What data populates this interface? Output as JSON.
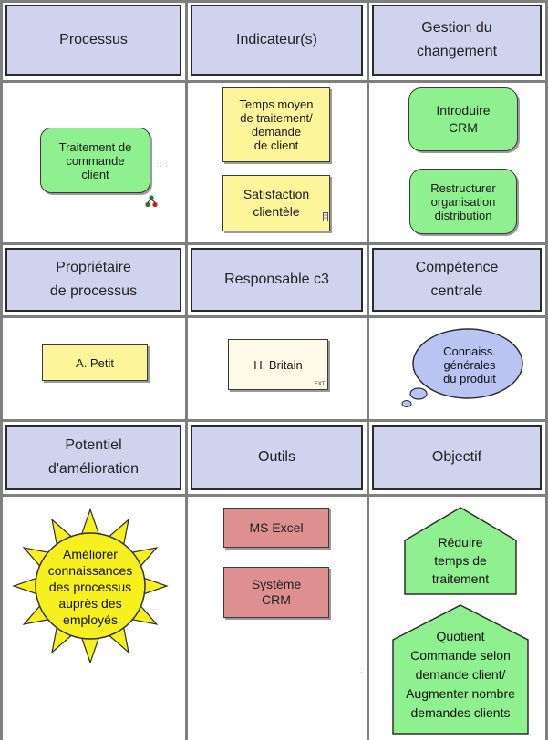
{
  "headers": {
    "processus": "Processus",
    "indicateurs": "Indicateur(s)",
    "gestion": "Gestion du\nchangement",
    "proprietaire": "Propriétaire\nde processus",
    "responsable": "Responsable c3",
    "competence": "Compétence\ncentrale",
    "potentiel": "Potentiel\nd'amélioration",
    "outils": "Outils",
    "objectif": "Objectif"
  },
  "nodes": {
    "traitement": "Traitement de\ncommande\nclient",
    "temps_moyen": "Temps moyen\nde traitement/\ndemande\nde client",
    "satisfaction": "Satisfaction\nclientèle",
    "introduire_crm": "Introduire\nCRM",
    "restructurer": "Restructurer\norganisation\ndistribution",
    "petit": "A. Petit",
    "britain": "H. Britain",
    "britain_tag": "EXT",
    "connaiss": "Connaiss.\ngénérales\ndu produit",
    "ameliorer": "Améliorer\nconnaissances\ndes processus\nauprès des\nemployés",
    "excel": "MS Excel",
    "systeme_crm": "Système\nCRM",
    "reduire": "Réduire\ntemps de\ntraitement",
    "quotient": "Quotient\nCommande selon\ndemande client/\nAugmenter nombre\ndemandes clients"
  },
  "colors": {
    "header_bg": "#cfd3ee",
    "function_green": "#8ef08e",
    "indicator_yellow": "#fdf59a",
    "tool_red": "#de8f8f",
    "knowledge_blue": "#b9c4f2",
    "sun_yellow": "#f5f01e"
  },
  "icons": {
    "org_chart": "org-chart-icon",
    "document": "document-icon"
  }
}
